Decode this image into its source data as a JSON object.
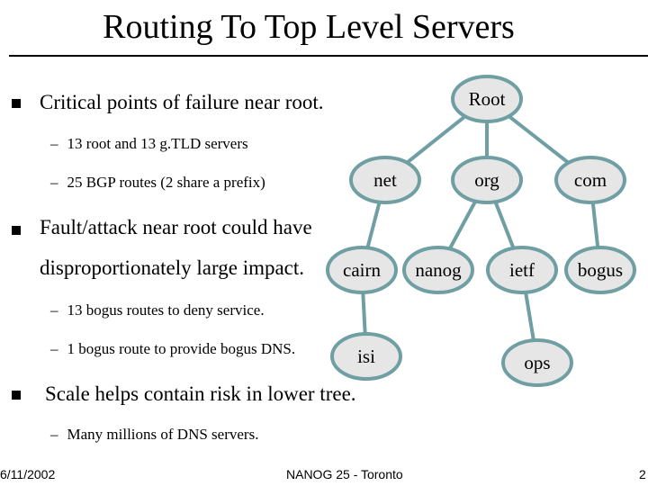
{
  "slide": {
    "title": "Routing To Top Level Servers",
    "bullets": [
      {
        "text": "Critical points of failure near root.",
        "subs": [
          "13 root and 13 g.TLD servers",
          "25 BGP routes (2 share a prefix)"
        ]
      },
      {
        "text_line1": "Fault/attack near root could have",
        "text_line2": "disproportionately large impact.",
        "subs": [
          "13 bogus routes to deny service.",
          "1 bogus route to provide bogus DNS."
        ]
      },
      {
        "text": "Scale helps contain risk in lower tree.",
        "subs": [
          "Many millions of DNS servers."
        ]
      }
    ],
    "dash": "–"
  },
  "tree": {
    "fill": "#e6e6e6",
    "stroke": "#6f9ea3",
    "nodes": {
      "root": "Root",
      "net": "net",
      "org": "org",
      "com": "com",
      "cairn": "cairn",
      "nanog": "nanog",
      "ietf": "ietf",
      "bogus": "bogus",
      "isi": "isi",
      "ops": "ops"
    }
  },
  "footer": {
    "date": "6/11/2002",
    "center": "NANOG 25 - Toronto",
    "page": "2"
  }
}
